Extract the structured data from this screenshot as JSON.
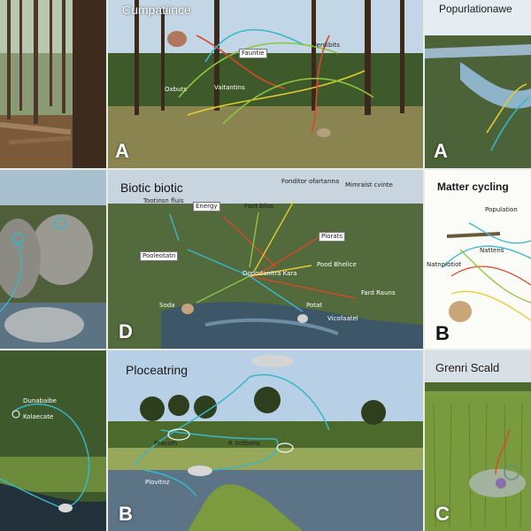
{
  "panels": {
    "p1": {
      "title": "Cumpatiince",
      "labels": [
        "Fauntie",
        "Ferdibits",
        "Oxbuts",
        "Vaitantins"
      ],
      "letter": "A"
    },
    "p2": {
      "title": "Popurlationawe",
      "letter": "A"
    },
    "p4": {
      "title": "Biotic biotic",
      "labels": [
        "Tootinsn fluis",
        "Energy",
        "Foot bliss",
        "Fonditor ofartanna",
        "Mimralst cvinte",
        "Pooleotatn",
        "Plorats",
        "Dopodanitra Kara",
        "Pood Bhelice",
        "Fard Rauns",
        "Potat",
        "Vicofaatel",
        "Soda"
      ],
      "letter": "D"
    },
    "p5": {
      "title": "Matter cycling",
      "labels": [
        "Population",
        "Nattens",
        "Natnpiotiot"
      ],
      "letter": "B"
    },
    "p7": {
      "labels": [
        "Dunabaibe",
        "Kolaecate"
      ]
    },
    "p8": {
      "title": "Ploceatring",
      "labels": [
        "Pracom",
        "R Xotbons",
        "Plovitnz"
      ],
      "letter": "B"
    },
    "p9": {
      "title": "Grenri Scald",
      "letter": "C"
    }
  },
  "colors": {
    "forest_dark": "#2d3a22",
    "sky": "#a9c8e2",
    "water": "#5d7f94",
    "grass": "#7a8f45",
    "arrow_cyan": "#37b7c9",
    "arrow_green": "#8cc63f",
    "arrow_red": "#d9482b",
    "arrow_yellow": "#e2cc32"
  }
}
